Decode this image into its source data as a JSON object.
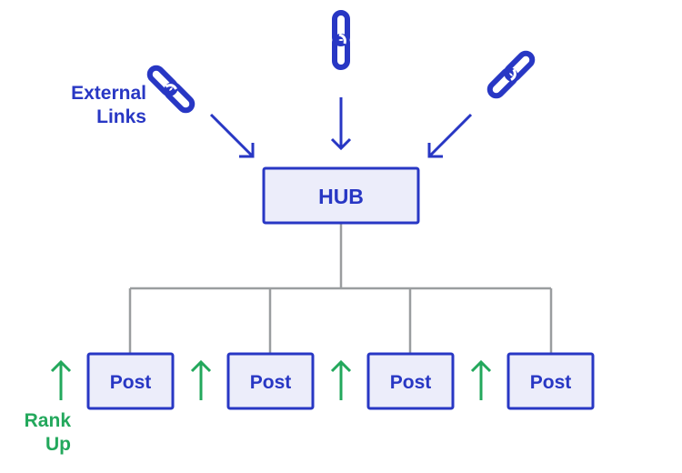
{
  "colors": {
    "blue": "#2837c4",
    "box_fill": "#ecedfa",
    "green": "#23a85c",
    "connector": "#9a9d9f"
  },
  "external_links": {
    "label_line1": "External",
    "label_line2": "Links",
    "icons": [
      "link-icon",
      "link-icon",
      "link-icon"
    ]
  },
  "hub": {
    "label": "HUB"
  },
  "posts": [
    {
      "label": "Post"
    },
    {
      "label": "Post"
    },
    {
      "label": "Post"
    },
    {
      "label": "Post"
    }
  ],
  "rank_up": {
    "label_line1": "Rank",
    "label_line2": "Up",
    "arrow_count": 4
  }
}
